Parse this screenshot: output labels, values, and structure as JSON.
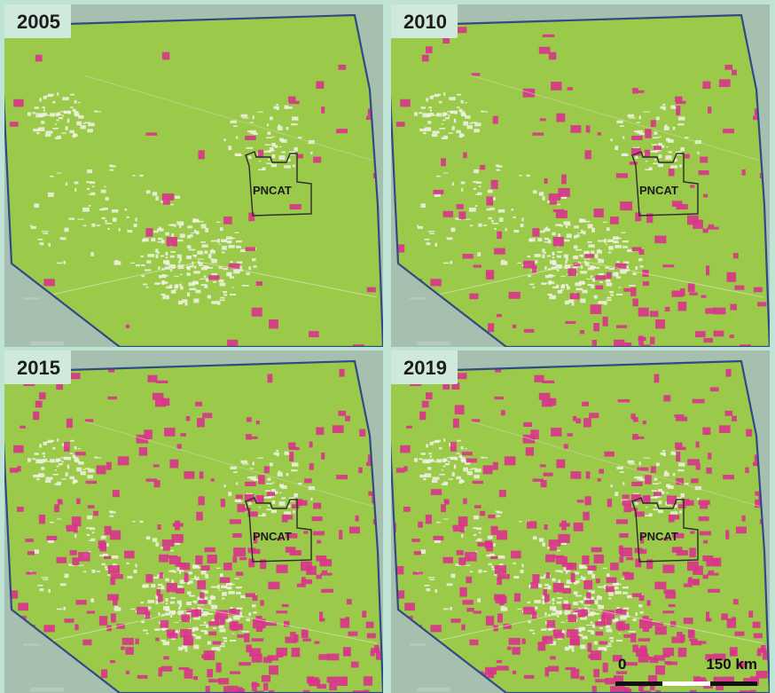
{
  "panels": [
    {
      "year": "2005",
      "density": 0.06
    },
    {
      "year": "2010",
      "density": 0.22
    },
    {
      "year": "2015",
      "density": 0.42
    },
    {
      "year": "2019",
      "density": 0.52
    }
  ],
  "protected_area_label": "PNCAT",
  "scalebar": {
    "left_label": "0",
    "right_label": "150 km"
  },
  "colors": {
    "forest": "#9bc94a",
    "deforested": "#d9348b",
    "boundary": "#2f4a85",
    "outside": "#a7bfae",
    "urban": "#f1f3e8",
    "panel_bg": "#bfe3d4"
  }
}
